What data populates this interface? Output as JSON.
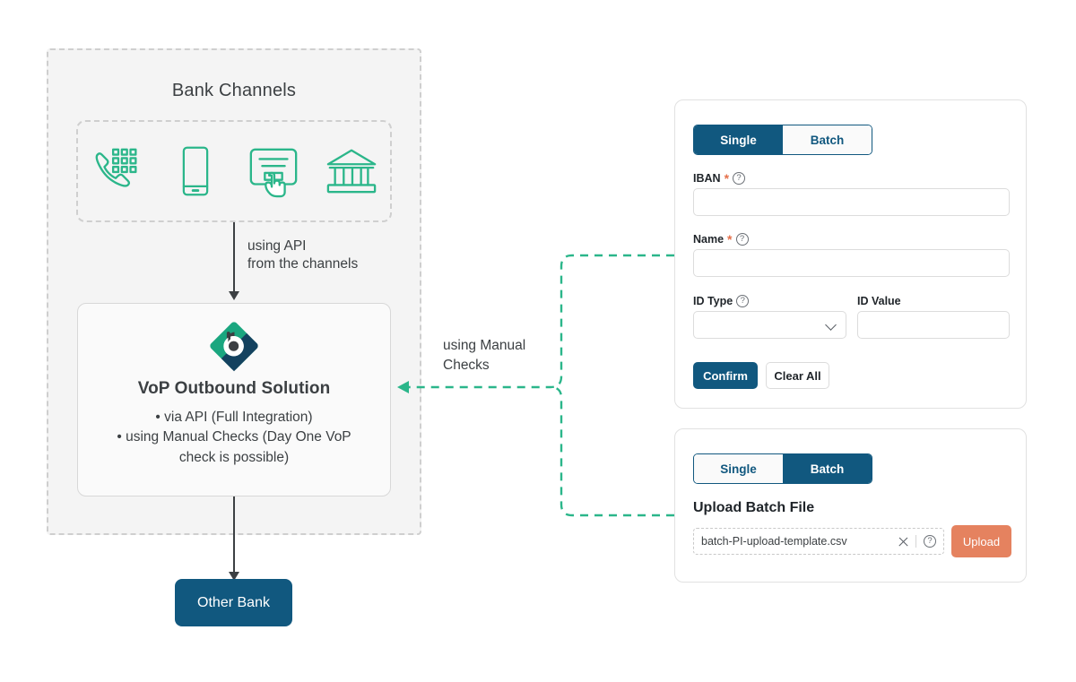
{
  "diagram": {
    "bank_channels_title": "Bank Channels",
    "channel_icons": [
      "phone-keypad-icon",
      "mobile-phone-icon",
      "online-banking-click-icon",
      "bank-building-icon"
    ],
    "api_label_line1": "using API",
    "api_label_line2": "from the channels",
    "manual_label_line1": "using Manual",
    "manual_label_line2": "Checks",
    "vop_title": "VoP Outbound Solution",
    "vop_bullets": [
      "• via API (Full Integration)",
      "• using Manual Checks (Day One VoP",
      "check is possible)"
    ],
    "other_bank_label": "Other Bank"
  },
  "single_panel": {
    "tabs": [
      {
        "label": "Single",
        "active": true
      },
      {
        "label": "Batch",
        "active": false
      }
    ],
    "fields": {
      "iban": {
        "label": "IBAN",
        "required": "*",
        "help": "?",
        "value": ""
      },
      "name": {
        "label": "Name",
        "required": "*",
        "help": "?",
        "value": ""
      },
      "id_type": {
        "label": "ID Type",
        "help": "?",
        "value": ""
      },
      "id_value": {
        "label": "ID Value",
        "value": ""
      }
    },
    "confirm_label": "Confirm",
    "clear_label": "Clear All"
  },
  "batch_panel": {
    "tabs": [
      {
        "label": "Single",
        "active": false
      },
      {
        "label": "Batch",
        "active": true
      }
    ],
    "upload_title": "Upload Batch File",
    "file_name": "batch-PI-upload-template.csv",
    "help": "?",
    "upload_label": "Upload"
  },
  "colors": {
    "navy": "#11587f",
    "teal": "#2bb68a",
    "orange": "#e5825f",
    "required_red": "#e5704a",
    "panel_bg": "#f4f4f4",
    "text": "#3c4043"
  }
}
